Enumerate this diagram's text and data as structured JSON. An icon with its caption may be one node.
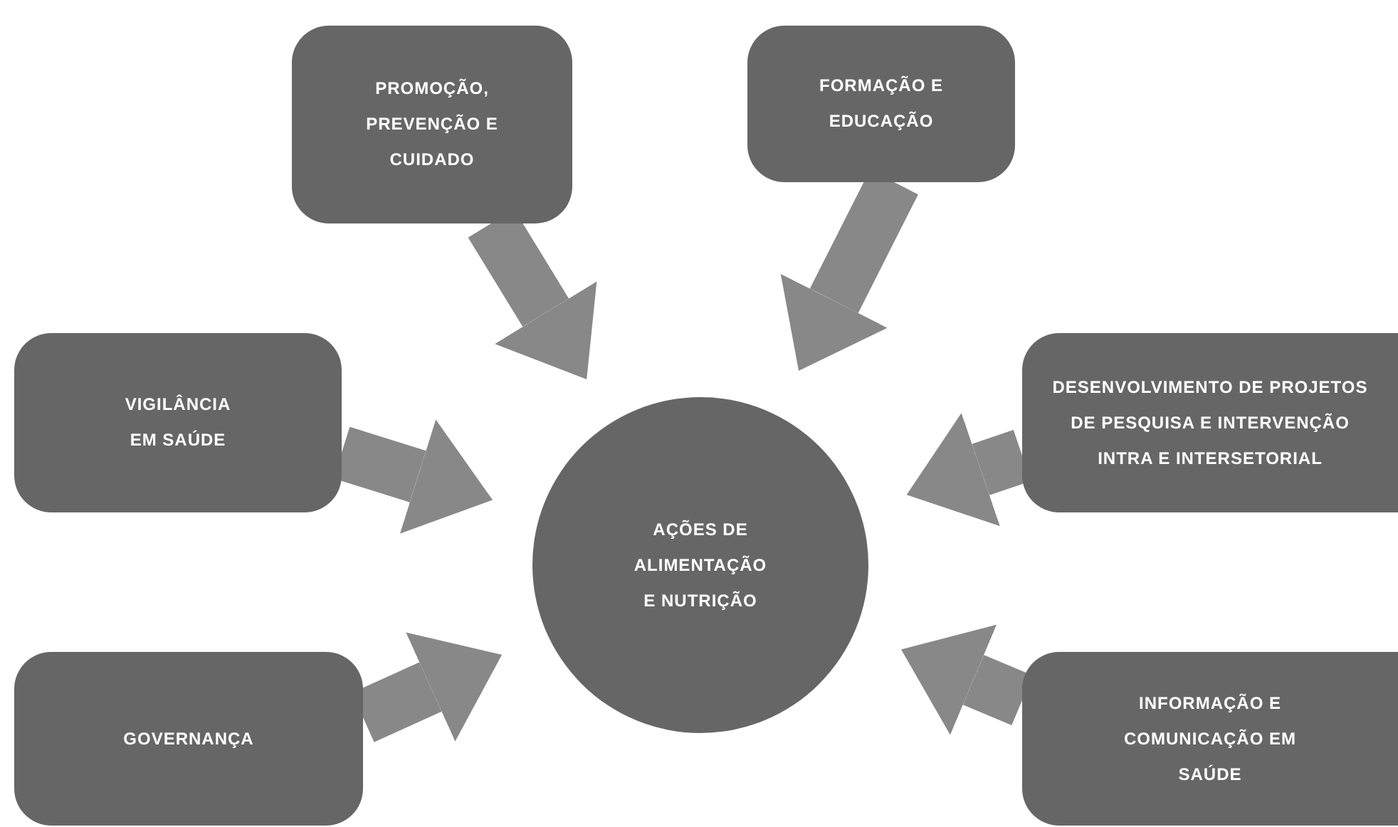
{
  "diagram": {
    "nodes": [
      {
        "text": [
          "PROMOÇÃO, PREVENÇÃO E CUIDADO"
        ]
      },
      {
        "text": [
          "FORMAÇÃO E EDUCAÇÃO"
        ]
      },
      {
        "text": [
          "VIGILÂNCIA EM SAÚDE"
        ]
      },
      {
        "text": [
          "AÇÕES DE ALIMENTAÇÃO E NUTRIÇÃO"
        ]
      },
      {
        "text": [
          "DESENVOLVIMENTO DE PROJETOS DE PESQUISA E INTERVENÇÃO INTRA E INTERSETORIAL"
        ]
      },
      {
        "text": [
          "GOVERNANÇA"
        ]
      },
      {
        "text": [
          "INFORMAÇÃO E COMUNICAÇÃO EM SAÚDE"
        ]
      }
    ],
    "edges": [
      {
        "from": 0,
        "to": 3,
        "arrow": "to"
      },
      {
        "from": 1,
        "to": 3,
        "arrow": "to"
      },
      {
        "from": 2,
        "to": 3,
        "arrow": "to"
      },
      {
        "from": 4,
        "to": 3,
        "arrow": "to"
      },
      {
        "from": 5,
        "to": 3,
        "arrow": "to"
      },
      {
        "from": 6,
        "to": 3,
        "arrow": "to"
      }
    ]
  }
}
